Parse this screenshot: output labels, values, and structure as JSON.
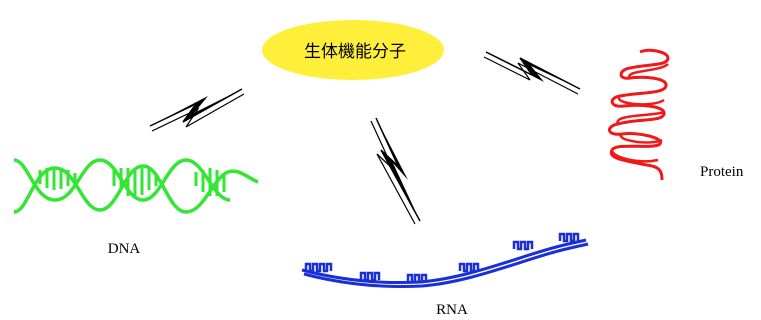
{
  "center": {
    "label": "生体機能分子",
    "fill": "#ffef3a"
  },
  "dna": {
    "label": "DNA",
    "color": "#33e633"
  },
  "rna": {
    "label": "RNA",
    "color": "#1a2fd6"
  },
  "protein": {
    "label": "Protein",
    "color": "#f01818"
  },
  "bolt": {
    "color": "#000000"
  }
}
